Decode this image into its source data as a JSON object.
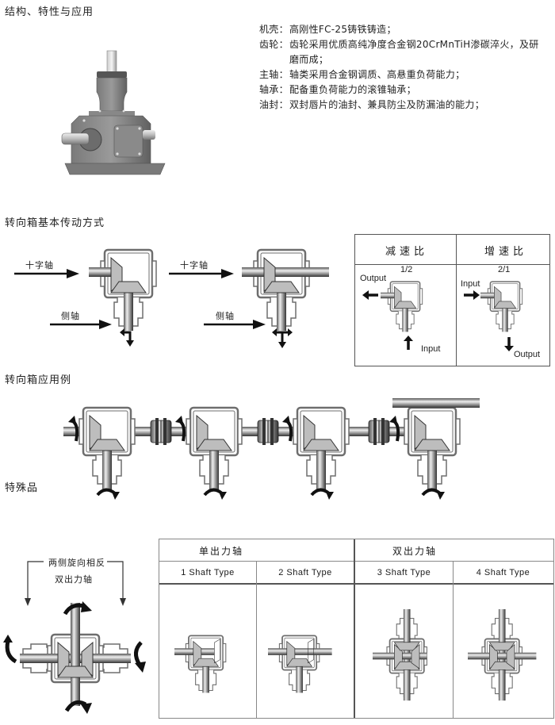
{
  "sections": {
    "structure": "结构、特性与应用",
    "drive_modes": "转向箱基本传动方式",
    "applications": "转向箱应用例",
    "special": "特殊品"
  },
  "specs": [
    {
      "key": "机壳：",
      "value": "高刚性FC-25铸铁铸造；"
    },
    {
      "key": "齿轮：",
      "value": "齿轮采用优质高纯净度合金钢20CrMnTiH渗碳淬火，及研",
      "cont": "磨而成；"
    },
    {
      "key": "主轴：",
      "value": "轴类采用合金钢调质、高悬重负荷能力；"
    },
    {
      "key": "轴承：",
      "value": "配备重负荷能力的滚锥轴承；"
    },
    {
      "key": "油封：",
      "value": "双封唇片的油封、兼具防尘及防漏油的能力；"
    }
  ],
  "drive": {
    "cross_shaft": "十字轴",
    "side_shaft": "侧轴"
  },
  "ratio": {
    "reduce": {
      "title": "减速比",
      "value": "1/2",
      "output": "Output",
      "input": "Input"
    },
    "increase": {
      "title": "增速比",
      "value": "2/1",
      "output": "Output",
      "input": "Input"
    }
  },
  "special_item": {
    "opposite": "两侧旋向相反",
    "dual": "双出力轴"
  },
  "shaft_table": {
    "single": "单出力轴",
    "dual": "双出力轴",
    "types": [
      "1  Shaft Type",
      "2  Shaft Type",
      "3  Shaft Type",
      "4  Shaft Type"
    ]
  },
  "colors": {
    "housing": "#6e6e6e",
    "gear": "#bdbdbd",
    "arrow": "#111111",
    "border": "#555555"
  }
}
